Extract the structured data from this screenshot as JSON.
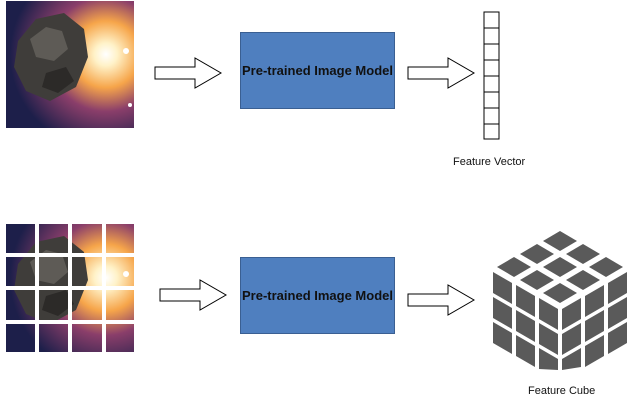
{
  "rows": [
    {
      "model_label": "Pre-trained Image Model",
      "output_caption": "Feature Vector"
    },
    {
      "model_label": "Pre-trained Image Model",
      "output_caption": "Feature Cube"
    }
  ],
  "colors": {
    "model_fill": "#4f7fbf",
    "cube_face": "#5a5a5a",
    "arrow_stroke": "#000000"
  },
  "icons": {
    "input_image": "asteroid-image-icon",
    "input_patches": "asteroid-patch-grid-icon",
    "vector": "feature-vector-icon",
    "cube": "feature-cube-icon"
  }
}
